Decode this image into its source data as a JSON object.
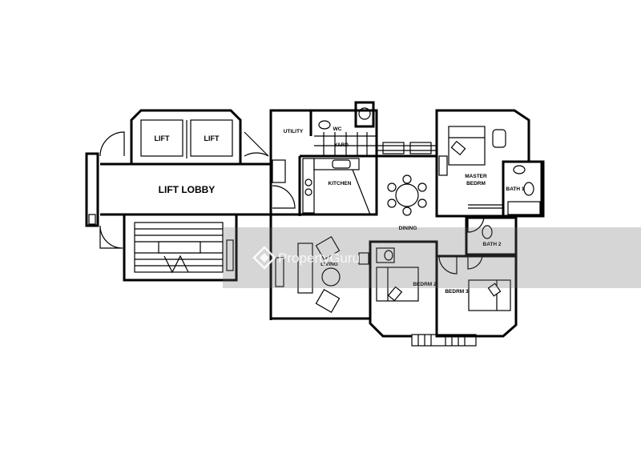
{
  "floor_plan": {
    "rooms": {
      "lift_left": "LIFT",
      "lift_right": "LIFT",
      "lift_lobby": "LIFT LOBBY",
      "utility": "UTILITY",
      "wc": "WC",
      "yard": "YARD",
      "kitchen": "KITCHEN",
      "dining": "DINING",
      "living": "LIVING",
      "master_bedroom_line1": "MASTER",
      "master_bedroom_line2": "BEDRM",
      "bath_1": "BATH 1",
      "bath_2": "BATH 2",
      "bedroom_2": "BEDRM 2",
      "bedroom_3": "BEDRM 3"
    }
  },
  "watermark": {
    "brand": "PropertyGuru",
    "logo_icon": "propertyguru-logo-icon"
  }
}
